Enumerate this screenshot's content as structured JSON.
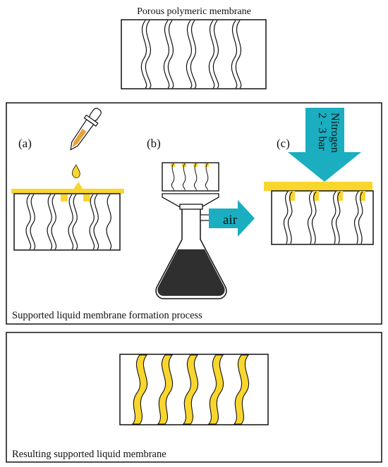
{
  "title": "Porous polymeric membrane",
  "process": {
    "caption": "Supported liquid membrane formation process",
    "steps": [
      {
        "label": "(a)"
      },
      {
        "label": "(b)"
      },
      {
        "label": "(c)"
      }
    ],
    "air_label": "air",
    "nitrogen_label": "Nitrogen",
    "pressure_label": "2 - 3 bar"
  },
  "result": {
    "caption": "Resulting supported liquid membrane"
  },
  "colors": {
    "liquid": "#f9d62e",
    "gas_arrow": "#1aaec0",
    "flask_fill": "#2f2f2f",
    "outline": "#111111"
  }
}
